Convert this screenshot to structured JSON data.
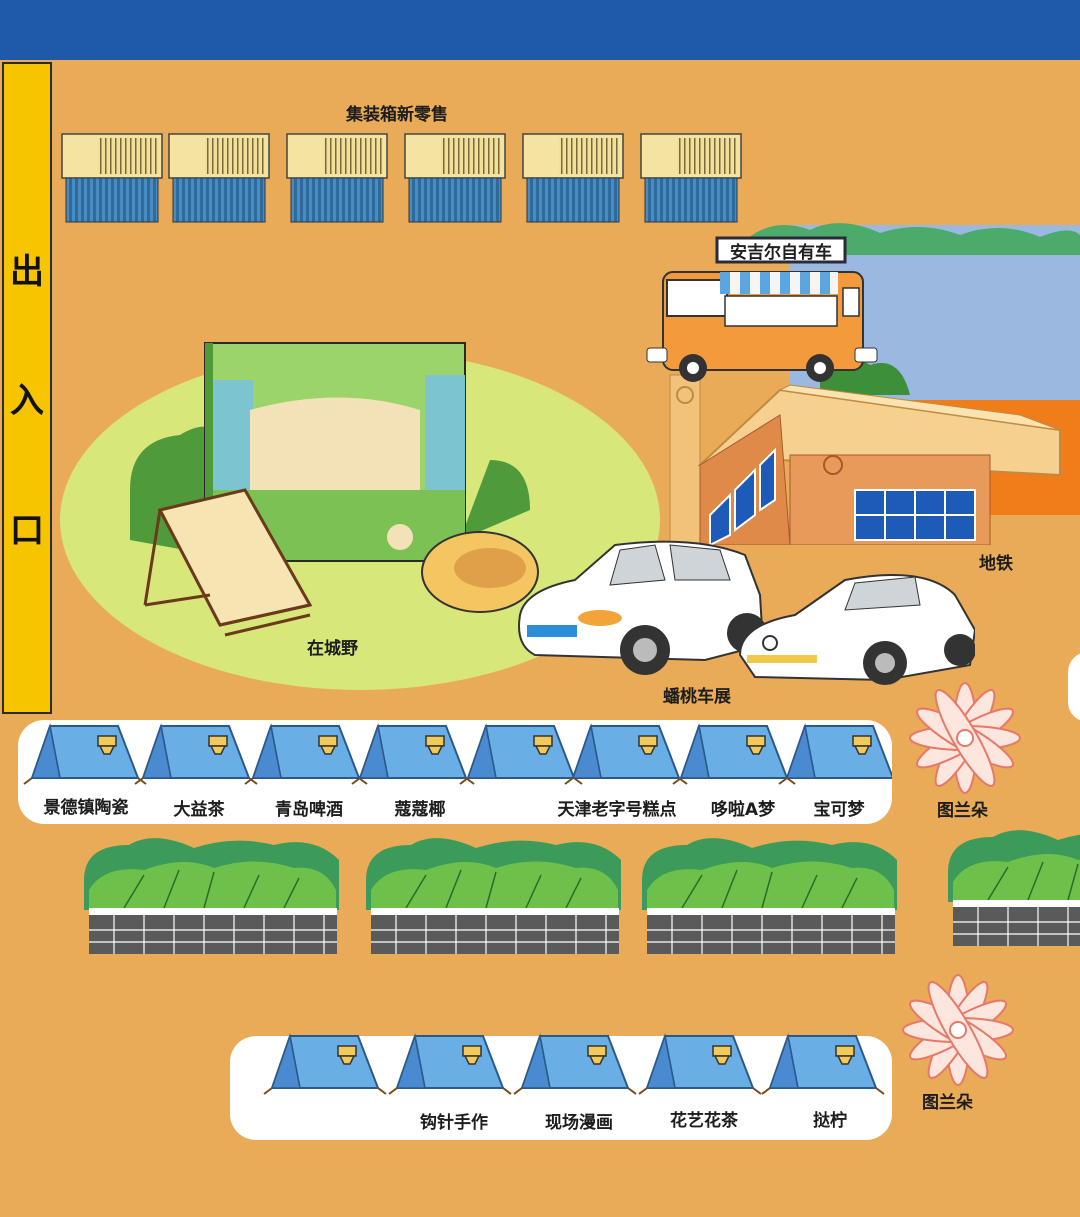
{
  "exit": {
    "chars": [
      "出",
      "入",
      "口"
    ]
  },
  "container_area": {
    "label": "集装箱新零售",
    "count": 6
  },
  "food_truck": {
    "label": "安吉尔自有车"
  },
  "camp": {
    "label": "在城野"
  },
  "car_show": {
    "label": "蟠桃车展"
  },
  "metro": {
    "label": "地铁"
  },
  "tents_row1": [
    {
      "label": "景德镇陶瓷"
    },
    {
      "label": "大益茶"
    },
    {
      "label": "青岛啤酒"
    },
    {
      "label": "蔻蔻椰"
    },
    {
      "label": "天津老字号糕点"
    },
    {
      "label": "哆啦A梦"
    },
    {
      "label": "宝可梦"
    }
  ],
  "tents_row2": [
    {
      "label": "钩针手作"
    },
    {
      "label": "现场漫画"
    },
    {
      "label": "花艺花茶"
    },
    {
      "label": "挞柠"
    }
  ],
  "flowers": [
    {
      "label": "图兰朵"
    },
    {
      "label": "图兰朵"
    }
  ],
  "colors": {
    "background": "#e9ab57",
    "top_bar": "#1f5aa8",
    "exit_bar": "#f7c400",
    "tent": "#6aaee6",
    "lawn": "#d7e77a",
    "hedge": "#5cb34a",
    "flower": "#e8786a"
  }
}
